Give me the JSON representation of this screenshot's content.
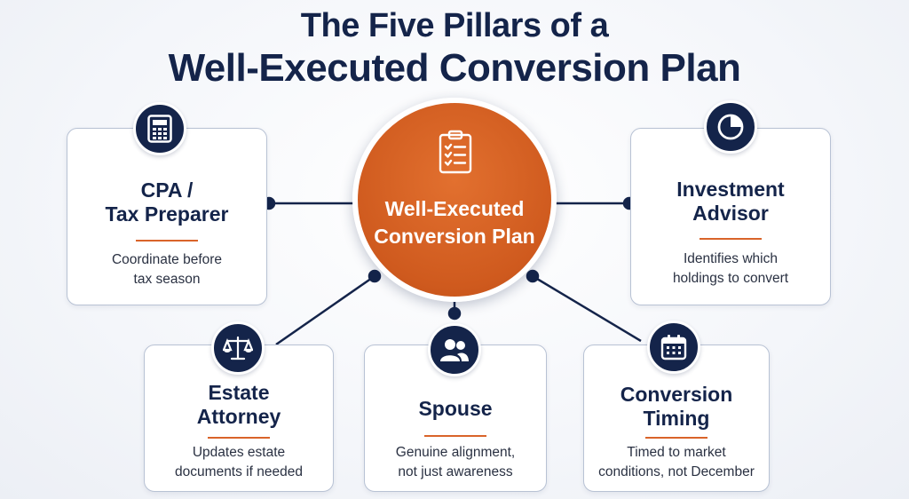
{
  "title": {
    "line1": "The Five Pillars of a",
    "line2": "Well-Executed Conversion Plan"
  },
  "hub": {
    "label_line1": "Well-Executed",
    "label_line2": "Conversion Plan",
    "icon": "clipboard-checklist-icon"
  },
  "pillars": [
    {
      "title_line1": "CPA /",
      "title_line2": "Tax Preparer",
      "desc_line1": "Coordinate before",
      "desc_line2": "tax season",
      "icon": "calculator-icon"
    },
    {
      "title_line1": "Investment",
      "title_line2": "Advisor",
      "desc_line1": "Identifies which",
      "desc_line2": "holdings to convert",
      "icon": "pie-chart-icon"
    },
    {
      "title_line1": "Estate",
      "title_line2": "Attorney",
      "desc_line1": "Updates estate",
      "desc_line2": "documents if needed",
      "icon": "scales-icon"
    },
    {
      "title_line1": "Spouse",
      "title_line2": "",
      "desc_line1": "Genuine alignment,",
      "desc_line2": "not just awareness",
      "icon": "people-icon"
    },
    {
      "title_line1": "Conversion",
      "title_line2": "Timing",
      "desc_line1": "Timed to market",
      "desc_line2": "conditions, not December",
      "icon": "calendar-icon"
    }
  ],
  "colors": {
    "navy": "#14244a",
    "accent_orange": "#d9642a",
    "card_border": "#b8c2d4"
  }
}
